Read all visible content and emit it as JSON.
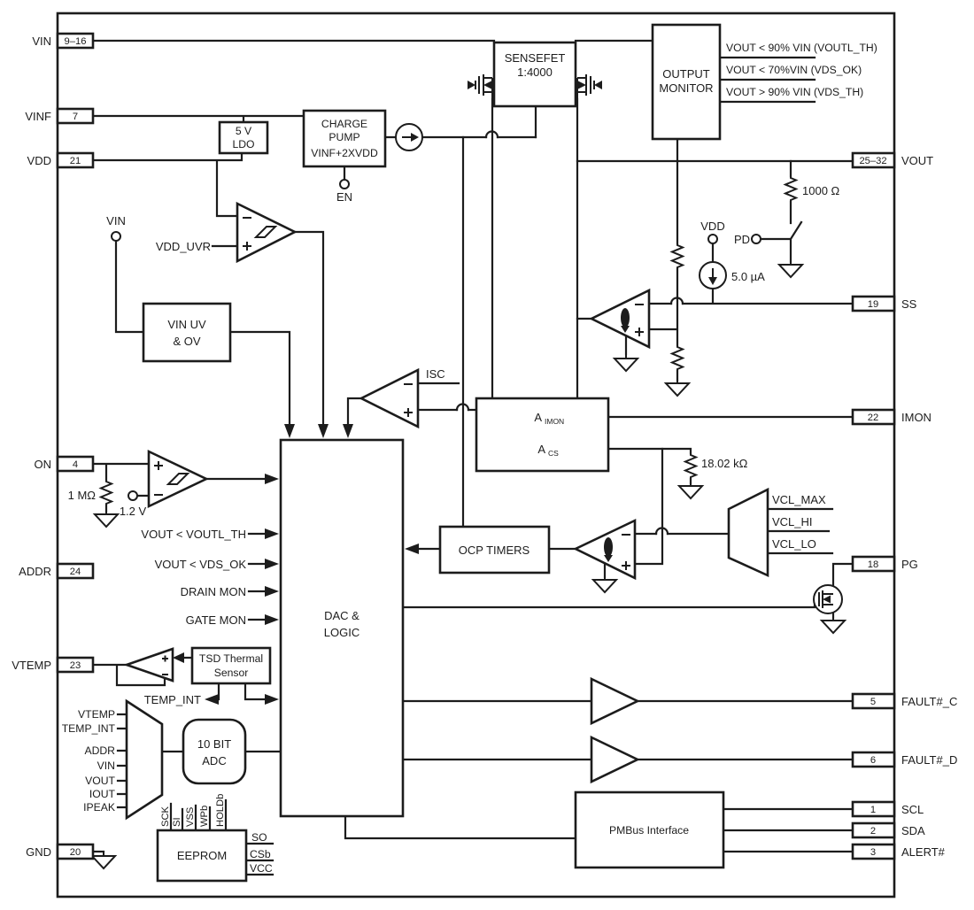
{
  "colors": {
    "line": "#1c1c1c",
    "background": "#ffffff"
  },
  "pins": {
    "left": [
      {
        "name": "VIN",
        "num": "9–16"
      },
      {
        "name": "VINF",
        "num": "7"
      },
      {
        "name": "VDD",
        "num": "21"
      },
      {
        "name": "ON",
        "num": "4"
      },
      {
        "name": "ADDR",
        "num": "24"
      },
      {
        "name": "VTEMP",
        "num": "23"
      },
      {
        "name": "GND",
        "num": "20"
      }
    ],
    "right": [
      {
        "name": "VOUT",
        "num": "25–32"
      },
      {
        "name": "SS",
        "num": "19"
      },
      {
        "name": "IMON",
        "num": "22"
      },
      {
        "name": "PG",
        "num": "18"
      },
      {
        "name": "FAULT#_C",
        "num": "5"
      },
      {
        "name": "FAULT#_D",
        "num": "6"
      },
      {
        "name": "SCL",
        "num": "1"
      },
      {
        "name": "SDA",
        "num": "2"
      },
      {
        "name": "ALERT#",
        "num": "3"
      }
    ]
  },
  "blocks": {
    "sensefet": [
      "SENSEFET",
      "1:4000"
    ],
    "monitor": [
      "OUTPUT",
      "MONITOR"
    ],
    "charge": [
      "CHARGE",
      "PUMP",
      "VINF+2XVDD"
    ],
    "ldo": [
      "5 V",
      "LDO"
    ],
    "uvov": [
      "VIN UV",
      "& OV"
    ],
    "dac": [
      "DAC &",
      "LOGIC"
    ],
    "ocp": "OCP TIMERS",
    "tsd": [
      "TSD Thermal",
      "Sensor"
    ],
    "adc": [
      "10 BIT",
      "ADC"
    ],
    "eeprom": "EEPROM",
    "pmbus": "PMBus Interface",
    "amon": {
      "a": "A",
      "sub": "IMON"
    },
    "acs": {
      "a": "A",
      "sub": "CS"
    }
  },
  "monitor_outputs": [
    "VOUT < 90% VIN (VOUTL_TH)",
    "VOUT <  70%VIN (VDS_OK)",
    "VOUT > 90% VIN (VDS_TH)"
  ],
  "dac_inputs": [
    "VOUT < VOUTL_TH",
    "VOUT < VDS_OK",
    "DRAIN MON",
    "GATE MON"
  ],
  "vcl": [
    "VCL_MAX",
    "VCL_HI",
    "VCL_LO"
  ],
  "adc_inputs": [
    "VTEMP",
    "TEMP_INT",
    "ADDR",
    "VIN",
    "VOUT",
    "IOUT",
    "IPEAK"
  ],
  "eeprom_pins": {
    "top": [
      "SCK",
      "SI",
      "VSS",
      "WPb",
      "HOLDb"
    ],
    "right": [
      "SO",
      "CSb",
      "VCC"
    ]
  },
  "labels": {
    "en": "EN",
    "vin_term": "VIN",
    "vdd_uvr": "VDD_UVR",
    "vdd_term": "VDD",
    "pd": "PD",
    "r1000": "1000 Ω",
    "i5ua": "5.0 µA",
    "r1m": "1 MΩ",
    "v12": "1.2 V",
    "isc": "ISC",
    "r1802": "18.02 kΩ",
    "temp_int": "TEMP_INT"
  }
}
